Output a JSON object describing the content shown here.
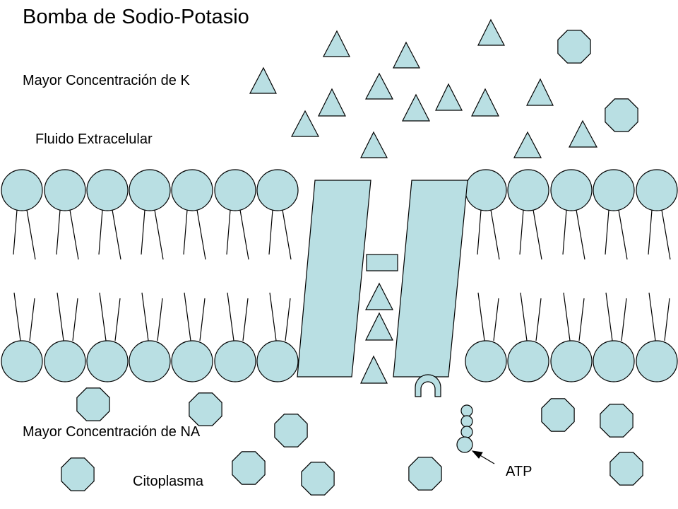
{
  "title": "Bomba de Sodio-Potasio",
  "labels": {
    "k_concentration": "Mayor Concentración de K",
    "extracellular": "Fluido Extracelular",
    "na_concentration": "Mayor Concentración de NA",
    "cytoplasm": "Citoplasma",
    "atp": "ATP"
  },
  "colors": {
    "fill": "#b9dfe3",
    "stroke": "#000000"
  }
}
